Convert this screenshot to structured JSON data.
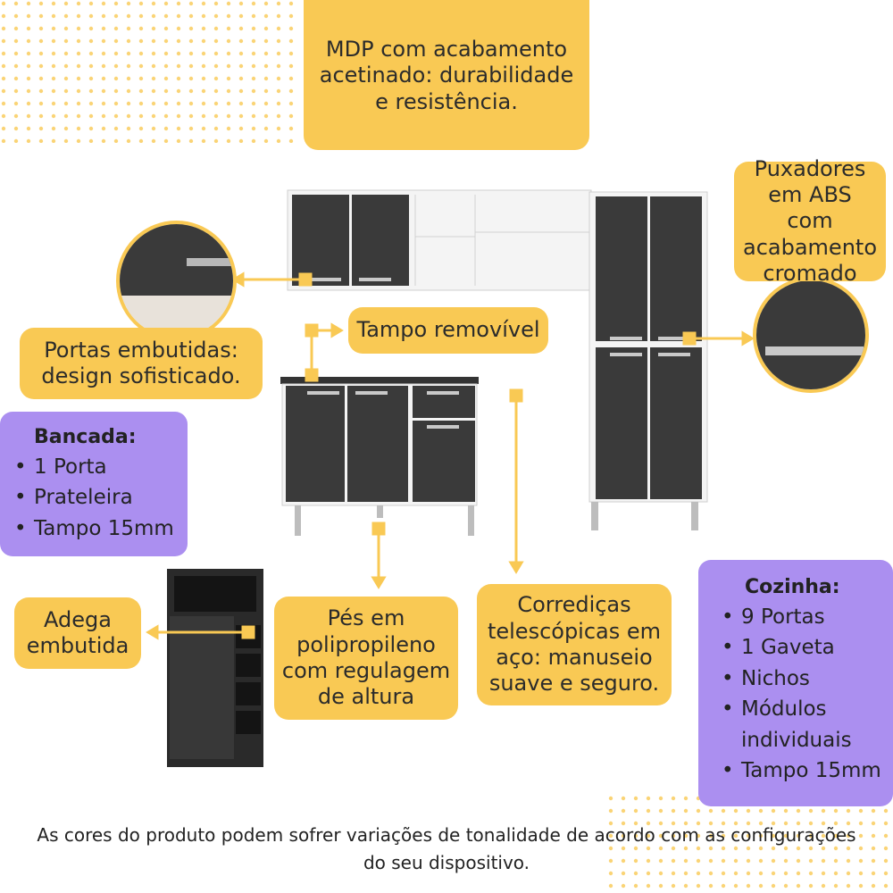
{
  "colors": {
    "yellow": "#F9C954",
    "purple": "#AB8FF0",
    "cabinet": "#3a3a3a",
    "frame": "#ffffff"
  },
  "top_callout": "MDP com acabamento acetinado: durabilidade e resistência.",
  "handles_callout": "Puxadores em ABS com acabamento cromado",
  "doors_callout": "Portas embutidas: design sofisticado.",
  "top_removable_callout": "Tampo removível",
  "wine_callout": "Adega embutida",
  "feet_callout": "Pés em polipropileno com regulagem de altura",
  "slides_callout": "Corrediças telescópicas em aço: manuseio suave e seguro.",
  "bancada": {
    "title": "Bancada:",
    "items": [
      "1 Porta",
      "Prateleira",
      "Tampo 15mm"
    ]
  },
  "cozinha": {
    "title": "Cozinha:",
    "items": [
      "9 Portas",
      "1 Gaveta",
      "Nichos",
      "Módulos individuais",
      "Tampo 15mm"
    ]
  },
  "footer": "As cores do produto podem sofrer variações de tonalidade de acordo com as configurações do seu dispositivo."
}
